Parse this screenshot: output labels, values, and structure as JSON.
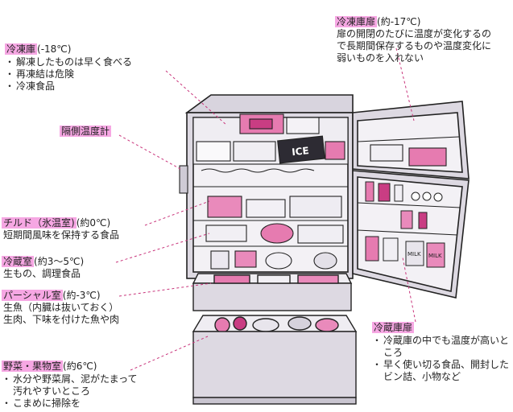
{
  "labels": {
    "freezer": {
      "title": "冷凍庫",
      "temp": "(-18℃)",
      "items": [
        "解凍したものは早く食べる",
        "再凍結は危険",
        "冷凍食品"
      ]
    },
    "thermometer": {
      "title": "隔側温度計"
    },
    "chilled": {
      "title": "チルド（氷温室)",
      "temp": "(約0℃)",
      "desc": "短期間風味を保持する食品"
    },
    "fridge_room": {
      "title": "冷蔵室",
      "temp": "(約3～5℃)",
      "desc": "生もの、調理食品"
    },
    "partial": {
      "title": "パーシャル室",
      "temp": "(約-3℃)",
      "desc1": "生魚（内臓は抜いておく）",
      "desc2": "生肉、下味を付けた魚や肉"
    },
    "vegetable": {
      "title": "野菜・果物室",
      "temp": "(約6℃)",
      "items": [
        "水分や野菜屑、泥がたまって汚れやすいところ",
        "こまめに掃除を"
      ]
    },
    "freezer_door": {
      "title": "冷凍庫扉",
      "temp": "(約-17℃)",
      "desc": "扉の開閉のたびに温度が変化するので長期間保存するものや温度変化に弱いものを入れない"
    },
    "fridge_door": {
      "title": "冷蔵庫扉",
      "items": [
        "冷蔵庫の中でも温度が高いところ",
        "早く使い切る食品、開封したビン詰、小物など"
      ]
    }
  },
  "colors": {
    "highlight": "#f6a7e3",
    "cabinet": "#ddd9e2",
    "accent": "#e0609e",
    "line": "#222222"
  },
  "package_text": {
    "ice": "ICE",
    "milk1": "MILK",
    "milk2": "MILK"
  }
}
